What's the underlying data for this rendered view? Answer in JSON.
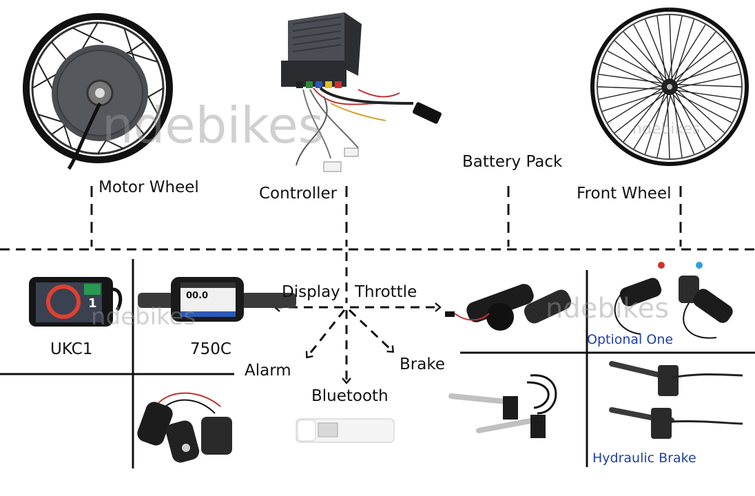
{
  "watermark": "ndebikes",
  "labels": {
    "motor_wheel": "Motor  Wheel",
    "controller": "Controller",
    "battery_pack": "Battery Pack",
    "front_wheel": "Front Wheel",
    "display": "Display",
    "throttle": "Throttle",
    "alarm": "Alarm",
    "bluetooth": "Bluetooth",
    "brake": "Brake",
    "ukc1": "UKC1",
    "c750": "750C",
    "optional_one": "Optional One",
    "hydraulic_brake": "Hydraulic Brake"
  },
  "display_screens": {
    "ukc1_value": "1",
    "c750_value": "00.0"
  },
  "colors": {
    "accent_blue": "#1f3fa8",
    "line": "#111111"
  }
}
